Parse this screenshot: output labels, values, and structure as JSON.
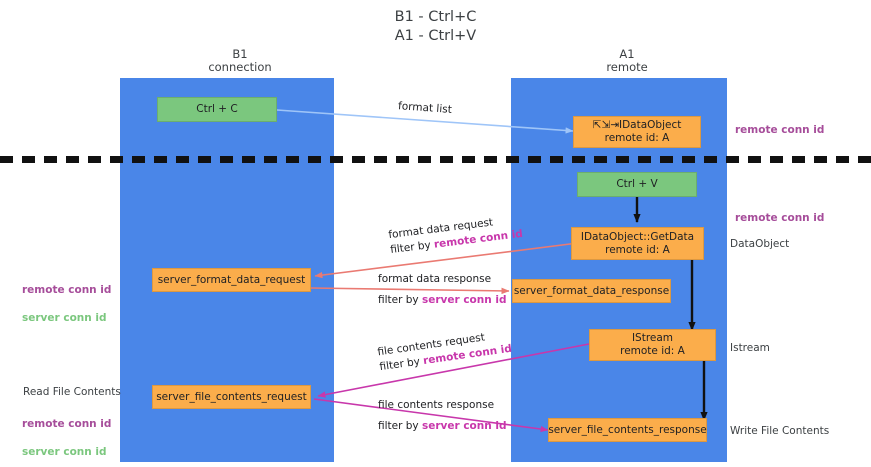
{
  "title": "B1 - Ctrl+C\nA1 - Ctrl+V",
  "colors": {
    "lane": "#4a86e8",
    "green_node": "#7bc77e",
    "orange_node": "#fbad4b",
    "purple_text": "#a64d9a",
    "green_text": "#7bc77e",
    "magenta_label": "#c837ab",
    "blue_arrow": "#9fc5f8",
    "red_arrow": "#ea7a72",
    "black_arrow": "#111111",
    "magenta_arrow": "#c837ab"
  },
  "columns": [
    {
      "id": "b1",
      "title": "B1\nconnection"
    },
    {
      "id": "a1",
      "title": "A1\nremote"
    }
  ],
  "nodes": [
    {
      "id": "ctrl-c",
      "label": "Ctrl + C",
      "kind": "green"
    },
    {
      "id": "idataobject-top",
      "label": "⇱⇲⇥IDataObject\nremote id: A",
      "kind": "orange"
    },
    {
      "id": "ctrl-v",
      "label": "Ctrl + V",
      "kind": "green"
    },
    {
      "id": "getdata",
      "label": "IDataObject::GetData\nremote id: A",
      "kind": "orange"
    },
    {
      "id": "sfdreq",
      "label": "server_format_data_request",
      "kind": "orange"
    },
    {
      "id": "sfdresp",
      "label": "server_format_data_response",
      "kind": "orange"
    },
    {
      "id": "istream",
      "label": "IStream\nremote id: A",
      "kind": "orange"
    },
    {
      "id": "sfcreq",
      "label": "server_file_contents_request",
      "kind": "orange"
    },
    {
      "id": "sfcresp",
      "label": "server_file_contents_response",
      "kind": "orange"
    }
  ],
  "edge_labels": [
    {
      "id": "format-list",
      "line1": "format list",
      "line2": "",
      "hl": ""
    },
    {
      "id": "format-data-req",
      "line1": "format data request",
      "line2": "filter by ",
      "hl": "remote conn id"
    },
    {
      "id": "format-data-resp",
      "line1": "format data response",
      "line2": "filter by ",
      "hl": "server conn id"
    },
    {
      "id": "file-contents-req",
      "line1": "file contents request",
      "line2": "filter by ",
      "hl": "remote conn id"
    },
    {
      "id": "file-contents-resp",
      "line1": "file contents response",
      "line2": "filter by ",
      "hl": "server conn id"
    }
  ],
  "annotations": {
    "right_top": "remote conn id",
    "right_mid": "remote conn id",
    "right_dataobject": "DataObject",
    "right_istream": "Istream",
    "right_write": "Write File Contents",
    "left_mid_purple": "remote conn id",
    "left_mid_green": "server conn id",
    "left_read": "Read File Contents",
    "left_low_purple": "remote conn id",
    "left_low_green": "server conn id"
  }
}
